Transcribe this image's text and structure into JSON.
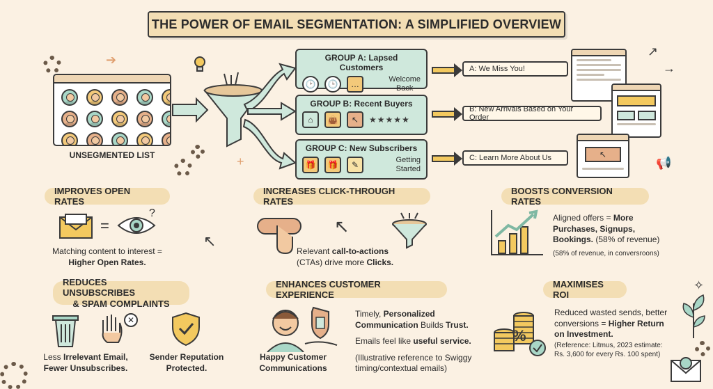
{
  "title": "THE POWER OF EMAIL SEGMENTATION: A SIMPLIFIED OVERVIEW",
  "unsegmented_label": "UNSEGMENTED LIST",
  "groups": [
    {
      "title": "GROUP A: Lapsed Customers",
      "caption_line1": "Welcome",
      "caption_line2": "Back",
      "message": "A: We Miss You!"
    },
    {
      "title": "GROUP B: Recent Buyers",
      "caption_line1": "",
      "caption_line2": "",
      "message": "B: New Arrivals Based on Your Order"
    },
    {
      "title": "GROUP C: New Subscribers",
      "caption_line1": "Getting",
      "caption_line2": "Started",
      "message": "C: Learn More About Us"
    }
  ],
  "stars": "★★★★★",
  "benefits": {
    "open_rates": {
      "heading": "IMPROVES OPEN RATES",
      "line1": "Matching content to interest =",
      "line2_bold": "Higher Open Rates."
    },
    "ctr": {
      "heading": "INCREASES CLICK-THROUGH RATES",
      "line1_pre": "Relevant ",
      "line1_bold": "call-to-actions",
      "line2_pre": "(CTAs) drive more ",
      "line2_bold": "Clicks."
    },
    "conversion": {
      "heading": "BOOSTS CONVERSION RATES",
      "line1_pre": "Aligned offers = ",
      "line1_bold": "More",
      "line2_bold": "Purchases, Signups,",
      "line3_bold": "Bookings.",
      "line3_post": " (58% of revenue)",
      "note": "(58% of revenue, in conversroons)"
    },
    "unsubscribes": {
      "heading_line1": "REDUCES UNSUBSCRIBES",
      "heading_line2": "& SPAM COMPLAINTS",
      "left_line1_pre": "Less ",
      "left_line1_bold": "Irrelevant Email,",
      "left_line2_bold": "Fewer Unsubscribes.",
      "right_line1": "Sender Reputation",
      "right_line2": "Protected."
    },
    "experience": {
      "heading": "ENHANCES CUSTOMER EXPERIENCE",
      "person_line1": "Happy Customer",
      "person_line2": "Communications",
      "t1_pre": "Timely, ",
      "t1_bold": "Personalized",
      "t2_bold": "Communication",
      "t2_mid": " Builds ",
      "t2_bold2": "Trust.",
      "t3_pre": "Emails feel like ",
      "t3_bold": "useful service.",
      "t4_line1": "(Illustrative reference to Swiggy",
      "t4_line2": "timing/contextual emails)"
    },
    "roi": {
      "heading": "MAXIMISES ROI",
      "line1": "Reduced wasted sends, better",
      "line2_pre": "conversions = ",
      "line2_bold": "Higher Return",
      "line3_bold": "on Investment.",
      "ref_line1": "(Reference: Litmus, 2023 estimate:",
      "ref_line2": "Rs. 3,600 for every Rs. 100 spent)"
    }
  },
  "colors": {
    "background": "#fbf1e3",
    "group_fill": "#cfe8dc",
    "arrow_teal": "#cfe8dc",
    "arrow_yellow": "#f3c95f",
    "pill": "#f3deb4"
  }
}
